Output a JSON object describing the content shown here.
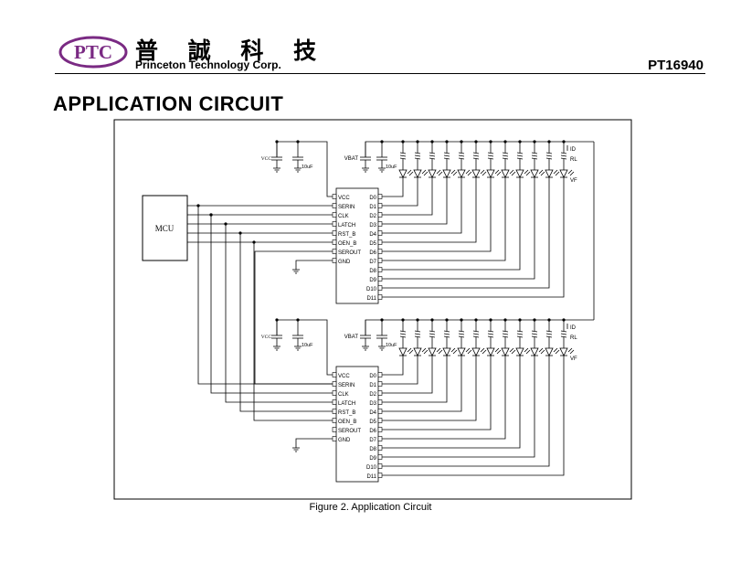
{
  "header": {
    "company_cjk": "普 誠 科 技",
    "company_name": "Princeton Technology Corp.",
    "part_number": "PT16940",
    "logo_text": "PTC"
  },
  "section_title": "APPLICATION CIRCUIT",
  "figure": {
    "caption": "Figure 2. Application Circuit",
    "mcu_label": "MCU",
    "vcc_label": "VCC",
    "vbat_label": "VBAT",
    "cap_label": "10uF",
    "id_label": "ID",
    "rl_label": "RL",
    "vf_label": "VF",
    "left_pins": [
      "VCC",
      "SERIN",
      "CLK",
      "LATCH",
      "RST_B",
      "OEN_B",
      "SEROUT",
      "GND"
    ],
    "right_pins": [
      "D0",
      "D1",
      "D2",
      "D3",
      "D4",
      "D5",
      "D6",
      "D7",
      "D8",
      "D9",
      "D10",
      "D11"
    ]
  },
  "colors": {
    "logo_purple": "#7a2a83"
  }
}
